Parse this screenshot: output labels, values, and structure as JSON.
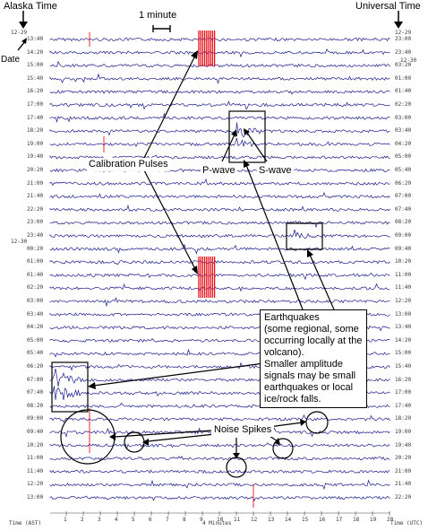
{
  "header": {
    "alaska_time": "Alaska Time",
    "universal_time": "Universal Time",
    "date_label": "Date",
    "one_minute": "1 minute"
  },
  "dates": {
    "left_top": "12-29",
    "right_top": "12-29",
    "right_second": "12-30",
    "left_mid": "12-30"
  },
  "left_times": [
    "13:40",
    "14:20",
    "15:00",
    "15:40",
    "16:20",
    "17:00",
    "17:40",
    "18:20",
    "19:00",
    "19:40",
    "20:20",
    "21:00",
    "21:40",
    "22:20",
    "23:00",
    "23:40",
    "00:20",
    "01:00",
    "01:40",
    "02:20",
    "03:00",
    "03:40",
    "04:20",
    "05:00",
    "05:40",
    "06:20",
    "07:00",
    "07:40",
    "08:20",
    "09:00",
    "09:40",
    "10:20",
    "11:00",
    "11:40",
    "12:20",
    "13:00"
  ],
  "right_times": [
    "23:00",
    "23:40",
    "03:20",
    "01:00",
    "01:40",
    "02:20",
    "03:00",
    "03:40",
    "04:20",
    "05:00",
    "05:40",
    "06:20",
    "07:00",
    "07:40",
    "08:20",
    "09:00",
    "09:40",
    "10:20",
    "11:00",
    "11:40",
    "12:20",
    "13:00",
    "13:40",
    "14:20",
    "15:00",
    "15:40",
    "16:20",
    "17:00",
    "17:40",
    "18:20",
    "19:00",
    "19:40",
    "20:20",
    "21:00",
    "21:40",
    "22:20"
  ],
  "x_ticks": [
    "1",
    "2",
    "3",
    "4",
    "5",
    "6",
    "7",
    "8",
    "9",
    "10",
    "11",
    "12",
    "13",
    "14",
    "15",
    "16",
    "17",
    "18",
    "19",
    "20"
  ],
  "footer": {
    "left": "Time (AST)",
    "center": "4 Minutes",
    "right": "Time (UTC)"
  },
  "annotations": {
    "calibration": "Calibration Pulses",
    "p_wave": "P-wave",
    "s_wave": "S-wave",
    "noise": "Noise Spikes",
    "earthquakes": [
      "Earthquakes",
      "(some regional, some",
      "occurring locally at the",
      "volcano).",
      "Smaller amplitude",
      "signals may be small",
      "earthquakes or local",
      "ice/rock falls."
    ]
  },
  "colors": {
    "trace": "#1a1a8c",
    "calibration": "#e8141c",
    "ink": "#000000"
  }
}
